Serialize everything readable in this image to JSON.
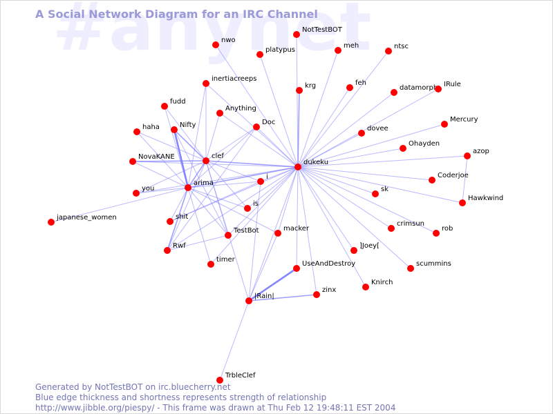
{
  "watermark": "#anynet",
  "title": "A Social Network Diagram for an IRC Channel",
  "footer": {
    "line1": "Generated by NotTestBOT on irc.bluecherry.net",
    "line2": "Blue edge thickness and shortness represents strength of relationship",
    "line3": "http://www.jibble.org/piespy/ - This frame was drawn at Thu Feb 12 19:48:11 EST 2004"
  },
  "colors": {
    "node": "#ff0000",
    "edge": "#8080ff",
    "title": "#9a9ad6",
    "footer": "#7474b4"
  },
  "nodes": [
    {
      "id": "NotTestBOT",
      "label": "NotTestBOT"
    },
    {
      "id": "nwo",
      "label": "nwo"
    },
    {
      "id": "platypus",
      "label": "platypus"
    },
    {
      "id": "meh",
      "label": "meh"
    },
    {
      "id": "ntsc",
      "label": "ntsc"
    },
    {
      "id": "inertiacreeps",
      "label": "inertiacreeps"
    },
    {
      "id": "krg",
      "label": "krg"
    },
    {
      "id": "feh",
      "label": "feh"
    },
    {
      "id": "datamorph",
      "label": "datamorph"
    },
    {
      "id": "IRule",
      "label": "IRule"
    },
    {
      "id": "fudd",
      "label": "fudd"
    },
    {
      "id": "Anything",
      "label": "Anything"
    },
    {
      "id": "Doc",
      "label": "Doc"
    },
    {
      "id": "haha",
      "label": "haha"
    },
    {
      "id": "Nifty",
      "label": "Nifty"
    },
    {
      "id": "Mercury",
      "label": "Mercury"
    },
    {
      "id": "dovee",
      "label": "dovee"
    },
    {
      "id": "Ohayden",
      "label": "Ohayden"
    },
    {
      "id": "azop",
      "label": "azop"
    },
    {
      "id": "NovaKANE",
      "label": "NovaKANE"
    },
    {
      "id": "clef",
      "label": "clef"
    },
    {
      "id": "dukeku",
      "label": "dukeku"
    },
    {
      "id": "Coderjoe",
      "label": "Coderjoe"
    },
    {
      "id": "i",
      "label": "i"
    },
    {
      "id": "you",
      "label": "you"
    },
    {
      "id": "arima",
      "label": "arima"
    },
    {
      "id": "sk",
      "label": "sk"
    },
    {
      "id": "Hawkwind",
      "label": "Hawkwind"
    },
    {
      "id": "is",
      "label": "is"
    },
    {
      "id": "japanese_women",
      "label": "japanese_women"
    },
    {
      "id": "shit",
      "label": "shit"
    },
    {
      "id": "crimsun",
      "label": "crimsun"
    },
    {
      "id": "rob",
      "label": "rob"
    },
    {
      "id": "TestBot",
      "label": "TestBot"
    },
    {
      "id": "macker",
      "label": "macker"
    },
    {
      "id": "JJoey",
      "label": "]Joey["
    },
    {
      "id": "Rwf",
      "label": "Rwf"
    },
    {
      "id": "timer",
      "label": "timer"
    },
    {
      "id": "UseAndDestroy",
      "label": "UseAndDestroy"
    },
    {
      "id": "scummins",
      "label": "scummins"
    },
    {
      "id": "Knirch",
      "label": "Knirch"
    },
    {
      "id": "zinx",
      "label": "zinx"
    },
    {
      "id": "Rain",
      "label": "|Rain|"
    },
    {
      "id": "TrbleClef",
      "label": "TrbleClef"
    }
  ],
  "edges": [
    {
      "source": "dukeku",
      "target": "NotTestBOT",
      "strength": 1
    },
    {
      "source": "dukeku",
      "target": "platypus",
      "strength": 1
    },
    {
      "source": "dukeku",
      "target": "meh",
      "strength": 1
    },
    {
      "source": "dukeku",
      "target": "ntsc",
      "strength": 1
    },
    {
      "source": "dukeku",
      "target": "nwo",
      "strength": 1
    },
    {
      "source": "dukeku",
      "target": "krg",
      "strength": 2
    },
    {
      "source": "dukeku",
      "target": "feh",
      "strength": 1
    },
    {
      "source": "dukeku",
      "target": "datamorph",
      "strength": 1
    },
    {
      "source": "dukeku",
      "target": "IRule",
      "strength": 1
    },
    {
      "source": "dukeku",
      "target": "Mercury",
      "strength": 1
    },
    {
      "source": "dukeku",
      "target": "dovee",
      "strength": 1
    },
    {
      "source": "dukeku",
      "target": "Ohayden",
      "strength": 1
    },
    {
      "source": "dukeku",
      "target": "azop",
      "strength": 1
    },
    {
      "source": "dukeku",
      "target": "Coderjoe",
      "strength": 1
    },
    {
      "source": "dukeku",
      "target": "sk",
      "strength": 1
    },
    {
      "source": "dukeku",
      "target": "Hawkwind",
      "strength": 1
    },
    {
      "source": "dukeku",
      "target": "crimsun",
      "strength": 1
    },
    {
      "source": "dukeku",
      "target": "rob",
      "strength": 1
    },
    {
      "source": "dukeku",
      "target": "JJoey",
      "strength": 1
    },
    {
      "source": "dukeku",
      "target": "scummins",
      "strength": 1
    },
    {
      "source": "dukeku",
      "target": "Knirch",
      "strength": 1
    },
    {
      "source": "dukeku",
      "target": "zinx",
      "strength": 1
    },
    {
      "source": "dukeku",
      "target": "UseAndDestroy",
      "strength": 1
    },
    {
      "source": "dukeku",
      "target": "macker",
      "strength": 1
    },
    {
      "source": "dukeku",
      "target": "Rain",
      "strength": 1
    },
    {
      "source": "dukeku",
      "target": "TestBot",
      "strength": 1
    },
    {
      "source": "dukeku",
      "target": "is",
      "strength": 1
    },
    {
      "source": "dukeku",
      "target": "i",
      "strength": 1
    },
    {
      "source": "dukeku",
      "target": "arima",
      "strength": 2
    },
    {
      "source": "dukeku",
      "target": "clef",
      "strength": 2
    },
    {
      "source": "dukeku",
      "target": "Doc",
      "strength": 1
    },
    {
      "source": "dukeku",
      "target": "Anything",
      "strength": 1
    },
    {
      "source": "dukeku",
      "target": "inertiacreeps",
      "strength": 1
    },
    {
      "source": "dukeku",
      "target": "NovaKANE",
      "strength": 1
    },
    {
      "source": "dukeku",
      "target": "you",
      "strength": 1
    },
    {
      "source": "dukeku",
      "target": "shit",
      "strength": 1
    },
    {
      "source": "dukeku",
      "target": "Rwf",
      "strength": 1
    },
    {
      "source": "dukeku",
      "target": "timer",
      "strength": 1
    },
    {
      "source": "clef",
      "target": "arima",
      "strength": 2
    },
    {
      "source": "clef",
      "target": "Nifty",
      "strength": 2
    },
    {
      "source": "clef",
      "target": "fudd",
      "strength": 1
    },
    {
      "source": "clef",
      "target": "haha",
      "strength": 1
    },
    {
      "source": "clef",
      "target": "NovaKANE",
      "strength": 2
    },
    {
      "source": "clef",
      "target": "Anything",
      "strength": 1
    },
    {
      "source": "clef",
      "target": "Doc",
      "strength": 1
    },
    {
      "source": "clef",
      "target": "inertiacreeps",
      "strength": 1
    },
    {
      "source": "clef",
      "target": "you",
      "strength": 1
    },
    {
      "source": "clef",
      "target": "TestBot",
      "strength": 1
    },
    {
      "source": "clef",
      "target": "is",
      "strength": 1
    },
    {
      "source": "clef",
      "target": "i",
      "strength": 1
    },
    {
      "source": "clef",
      "target": "Rain",
      "strength": 1
    },
    {
      "source": "clef",
      "target": "Rwf",
      "strength": 1
    },
    {
      "source": "arima",
      "target": "Nifty",
      "strength": 3
    },
    {
      "source": "arima",
      "target": "fudd",
      "strength": 1
    },
    {
      "source": "arima",
      "target": "haha",
      "strength": 1
    },
    {
      "source": "arima",
      "target": "NovaKANE",
      "strength": 1
    },
    {
      "source": "arima",
      "target": "you",
      "strength": 1
    },
    {
      "source": "arima",
      "target": "shit",
      "strength": 1
    },
    {
      "source": "arima",
      "target": "Rwf",
      "strength": 2
    },
    {
      "source": "arima",
      "target": "timer",
      "strength": 1
    },
    {
      "source": "arima",
      "target": "is",
      "strength": 1
    },
    {
      "source": "arima",
      "target": "i",
      "strength": 1
    },
    {
      "source": "arima",
      "target": "Doc",
      "strength": 1
    },
    {
      "source": "arima",
      "target": "japanese_women",
      "strength": 1
    },
    {
      "source": "arima",
      "target": "TestBot",
      "strength": 1
    },
    {
      "source": "arima",
      "target": "macker",
      "strength": 1
    },
    {
      "source": "arima",
      "target": "inertiacreeps",
      "strength": 1
    },
    {
      "source": "Nifty",
      "target": "TestBot",
      "strength": 1
    },
    {
      "source": "Rwf",
      "target": "TestBot",
      "strength": 1
    },
    {
      "source": "Rwf",
      "target": "Doc",
      "strength": 1
    },
    {
      "source": "shit",
      "target": "i",
      "strength": 1
    },
    {
      "source": "Rain",
      "target": "UseAndDestroy",
      "strength": 3
    },
    {
      "source": "Rain",
      "target": "zinx",
      "strength": 2
    },
    {
      "source": "Rain",
      "target": "TrbleClef",
      "strength": 1
    },
    {
      "source": "Rain",
      "target": "macker",
      "strength": 1
    },
    {
      "source": "Rain",
      "target": "i",
      "strength": 1
    },
    {
      "source": "azop",
      "target": "Hawkwind",
      "strength": 1
    }
  ]
}
